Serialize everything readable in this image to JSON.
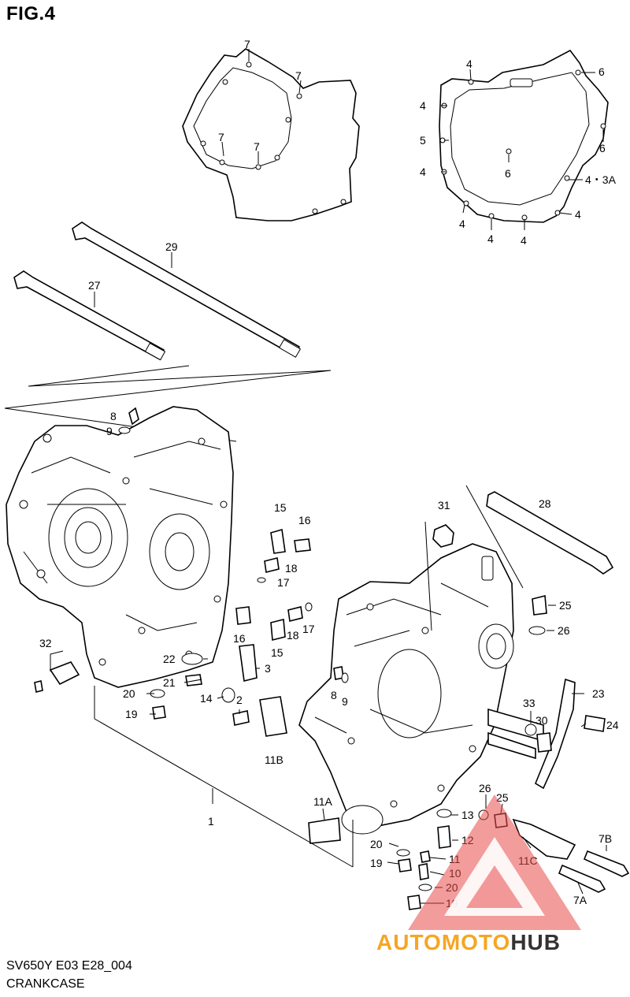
{
  "figure": {
    "title": "FIG.4"
  },
  "caption": {
    "model_code": "SV650Y E03 E28_004",
    "group_name": "CRANKCASE"
  },
  "watermark": {
    "brand_part1": "AUTOMOTO",
    "brand_part2": "HUB",
    "color_orange": "#f5a623",
    "color_dark": "#333333",
    "color_red": "#e84a4a"
  },
  "callouts": [
    {
      "id": "c7a",
      "text": "7"
    },
    {
      "id": "c7b",
      "text": "7"
    },
    {
      "id": "c7c",
      "text": "7"
    },
    {
      "id": "c7d",
      "text": "7"
    },
    {
      "id": "c4a",
      "text": "4"
    },
    {
      "id": "c6a",
      "text": "6"
    },
    {
      "id": "c4b",
      "text": "4"
    },
    {
      "id": "c5",
      "text": "5"
    },
    {
      "id": "c6b",
      "text": "6"
    },
    {
      "id": "c6c",
      "text": "6"
    },
    {
      "id": "c4c",
      "text": "4"
    },
    {
      "id": "c43a",
      "text": "4・3A"
    },
    {
      "id": "c4d",
      "text": "4"
    },
    {
      "id": "c4e",
      "text": "4"
    },
    {
      "id": "c4f",
      "text": "4"
    },
    {
      "id": "c4g",
      "text": "4"
    },
    {
      "id": "c29",
      "text": "29"
    },
    {
      "id": "c27",
      "text": "27"
    },
    {
      "id": "c8a",
      "text": "8"
    },
    {
      "id": "c9a",
      "text": "9"
    },
    {
      "id": "c31",
      "text": "31"
    },
    {
      "id": "c28",
      "text": "28"
    },
    {
      "id": "c15a",
      "text": "15"
    },
    {
      "id": "c16a",
      "text": "16"
    },
    {
      "id": "c18a",
      "text": "18"
    },
    {
      "id": "c17a",
      "text": "17"
    },
    {
      "id": "c16b",
      "text": "16"
    },
    {
      "id": "c18b",
      "text": "18"
    },
    {
      "id": "c17b",
      "text": "17"
    },
    {
      "id": "c15b",
      "text": "15"
    },
    {
      "id": "c25a",
      "text": "25"
    },
    {
      "id": "c26a",
      "text": "26"
    },
    {
      "id": "c32",
      "text": "32"
    },
    {
      "id": "c22",
      "text": "22"
    },
    {
      "id": "c3",
      "text": "3"
    },
    {
      "id": "c21",
      "text": "21"
    },
    {
      "id": "c20a",
      "text": "20"
    },
    {
      "id": "c14",
      "text": "14"
    },
    {
      "id": "c2",
      "text": "2"
    },
    {
      "id": "c19a",
      "text": "19"
    },
    {
      "id": "c8b",
      "text": "8"
    },
    {
      "id": "c9b",
      "text": "9"
    },
    {
      "id": "c23",
      "text": "23"
    },
    {
      "id": "c33",
      "text": "33"
    },
    {
      "id": "c30",
      "text": "30"
    },
    {
      "id": "c24",
      "text": "24"
    },
    {
      "id": "c11b",
      "text": "11B"
    },
    {
      "id": "c1",
      "text": "1"
    },
    {
      "id": "c11a",
      "text": "11A"
    },
    {
      "id": "c26b",
      "text": "26"
    },
    {
      "id": "c25b",
      "text": "25"
    },
    {
      "id": "c13",
      "text": "13"
    },
    {
      "id": "c12",
      "text": "12"
    },
    {
      "id": "c20b",
      "text": "20"
    },
    {
      "id": "c11",
      "text": "11"
    },
    {
      "id": "c11c",
      "text": "11C"
    },
    {
      "id": "c7b2",
      "text": "7B"
    },
    {
      "id": "c19b",
      "text": "19"
    },
    {
      "id": "c10",
      "text": "10"
    },
    {
      "id": "c20c",
      "text": "20"
    },
    {
      "id": "c7a2",
      "text": "7A"
    },
    {
      "id": "c19c",
      "text": "19"
    }
  ]
}
